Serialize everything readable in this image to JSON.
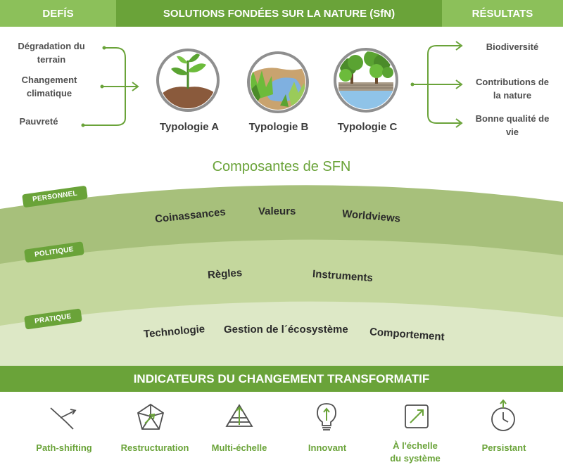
{
  "header": {
    "defis": "DEFÍS",
    "solutions": "SOLUTIONS FONDÉES SUR LA NATURE (SfN)",
    "resultats": "RÉSULTATS"
  },
  "challenges": [
    {
      "l1": "Dégradation du",
      "l2": "terrain"
    },
    {
      "l1": "Changement",
      "l2": "climatique"
    },
    {
      "l1": "Pauvreté",
      "l2": ""
    }
  ],
  "typologies": [
    "Typologie A",
    "Typologie B",
    "Typologie C"
  ],
  "results": [
    {
      "l1": "Biodiversité",
      "l2": ""
    },
    {
      "l1": "Contributions de",
      "l2": "la nature"
    },
    {
      "l1": "Bonne qualité de",
      "l2": "vie"
    }
  ],
  "components_title": "Composantes de SFN",
  "layers": {
    "personnel": {
      "tag": "PERSONNEL",
      "words": [
        "Coinassances",
        "Valeurs",
        "Worldviews"
      ]
    },
    "politique": {
      "tag": "POLITIQUE",
      "words": [
        "Règles",
        "Instruments"
      ]
    },
    "pratique": {
      "tag": "PRATIQUE",
      "words": [
        "Technologie",
        "Gestion de l´écosystème",
        "Comportement"
      ]
    }
  },
  "indicators_title": "INDICATEURS DU CHANGEMENT TRANSFORMATIF",
  "indicators": [
    {
      "l1": "Path-shifting",
      "l2": "",
      "icon": "path-shifting-icon"
    },
    {
      "l1": "Restructuration",
      "l2": "",
      "icon": "restructuration-icon"
    },
    {
      "l1": "Multi-échelle",
      "l2": "",
      "icon": "multi-scale-icon"
    },
    {
      "l1": "Innovant",
      "l2": "",
      "icon": "lightbulb-icon"
    },
    {
      "l1": "À l'échelle",
      "l2": "du système",
      "icon": "system-scale-icon"
    },
    {
      "l1": "Persistant",
      "l2": "",
      "icon": "stopwatch-icon"
    }
  ],
  "colors": {
    "green_dark": "#6aa339",
    "green_light": "#8cc05a",
    "band1": "#a7c07b",
    "band2": "#c4d79d",
    "band3": "#dde8c6"
  }
}
